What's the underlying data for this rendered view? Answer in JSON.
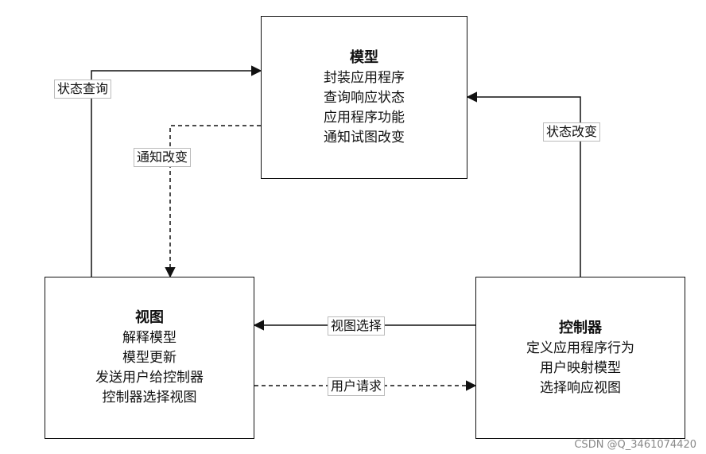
{
  "boxes": {
    "model": {
      "title": "模型",
      "lines": [
        "封装应用程序",
        "查询响应状态",
        "应用程序功能",
        "通知试图改变"
      ]
    },
    "view": {
      "title": "视图",
      "lines": [
        "解释模型",
        "模型更新",
        "发送用户给控制器",
        "控制器选择视图"
      ]
    },
    "controller": {
      "title": "控制器",
      "lines": [
        "定义应用程序行为",
        "用户映射模型",
        "选择响应视图"
      ]
    }
  },
  "labels": {
    "state_query": "状态查询",
    "notify_change": "通知改变",
    "state_change": "状态改变",
    "view_select": "视图选择",
    "user_request": "用户请求"
  },
  "watermark": "CSDN @Q_3461074420"
}
